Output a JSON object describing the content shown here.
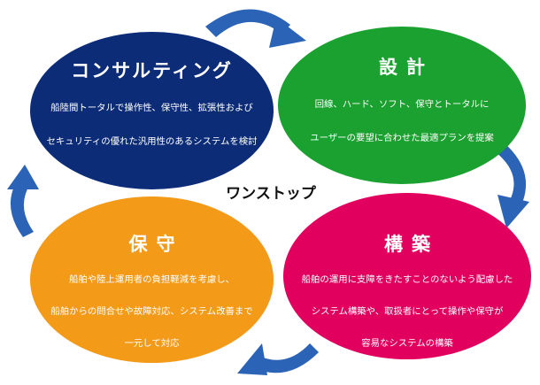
{
  "center_label": "ワンストップ",
  "steps": {
    "consulting": {
      "title": "コンサルティング",
      "lines": [
        "船陸間トータルで操作性、保守性、拡張性および",
        "セキュリティの優れた汎用性のあるシステムを検討"
      ]
    },
    "design": {
      "title": "設計",
      "lines": [
        "回線、ハード、ソフト、保守とトータルに",
        "ユーザーの要望に合わせた最適プランを提案"
      ]
    },
    "construction": {
      "title": "構築",
      "lines": [
        "船舶の運用に支障をきたすことのないよう配慮した",
        "システム構築や、取扱者にとって操作や保守が",
        "容易なシステムの構築"
      ]
    },
    "maintenance": {
      "title": "保守",
      "lines": [
        "船舶や陸上運用者の負担軽減を考慮し、",
        "船舶からの問合せや故障対応、システム改善まで",
        "一元して対応"
      ]
    }
  },
  "colors": {
    "consulting": "#0c2c78",
    "design": "#1aa12f",
    "construction": "#e2005f",
    "maintenance": "#f49a19",
    "arrow": "#2b64b6"
  }
}
